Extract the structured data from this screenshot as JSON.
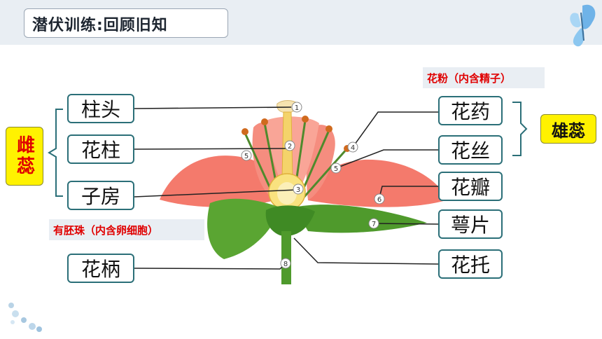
{
  "header": {
    "title": "潜伏训练:回顾旧知"
  },
  "labels": {
    "stigma": "柱头",
    "style": "花柱",
    "ovary": "子房",
    "anther": "花药",
    "filament": "花丝",
    "petal": "花瓣",
    "sepal": "萼片",
    "receptacle": "花托",
    "pedicel": "花柄"
  },
  "groups": {
    "pistil": "雌蕊",
    "stamen": "雄蕊"
  },
  "notes": {
    "pollen": "花粉（内含精子）",
    "ovule": "有胚珠（内含卵细胞）"
  },
  "callouts": [
    "1",
    "2",
    "3",
    "4",
    "5",
    "5",
    "6",
    "7",
    "8"
  ],
  "colors": {
    "box_border": "#2b6f78",
    "group_fill": "#fff200",
    "pistil_text": "#e00000",
    "stamen_text": "#111111",
    "note_text": "#e00000",
    "petal": "#f47a6c",
    "leaf": "#4f9a2c"
  }
}
